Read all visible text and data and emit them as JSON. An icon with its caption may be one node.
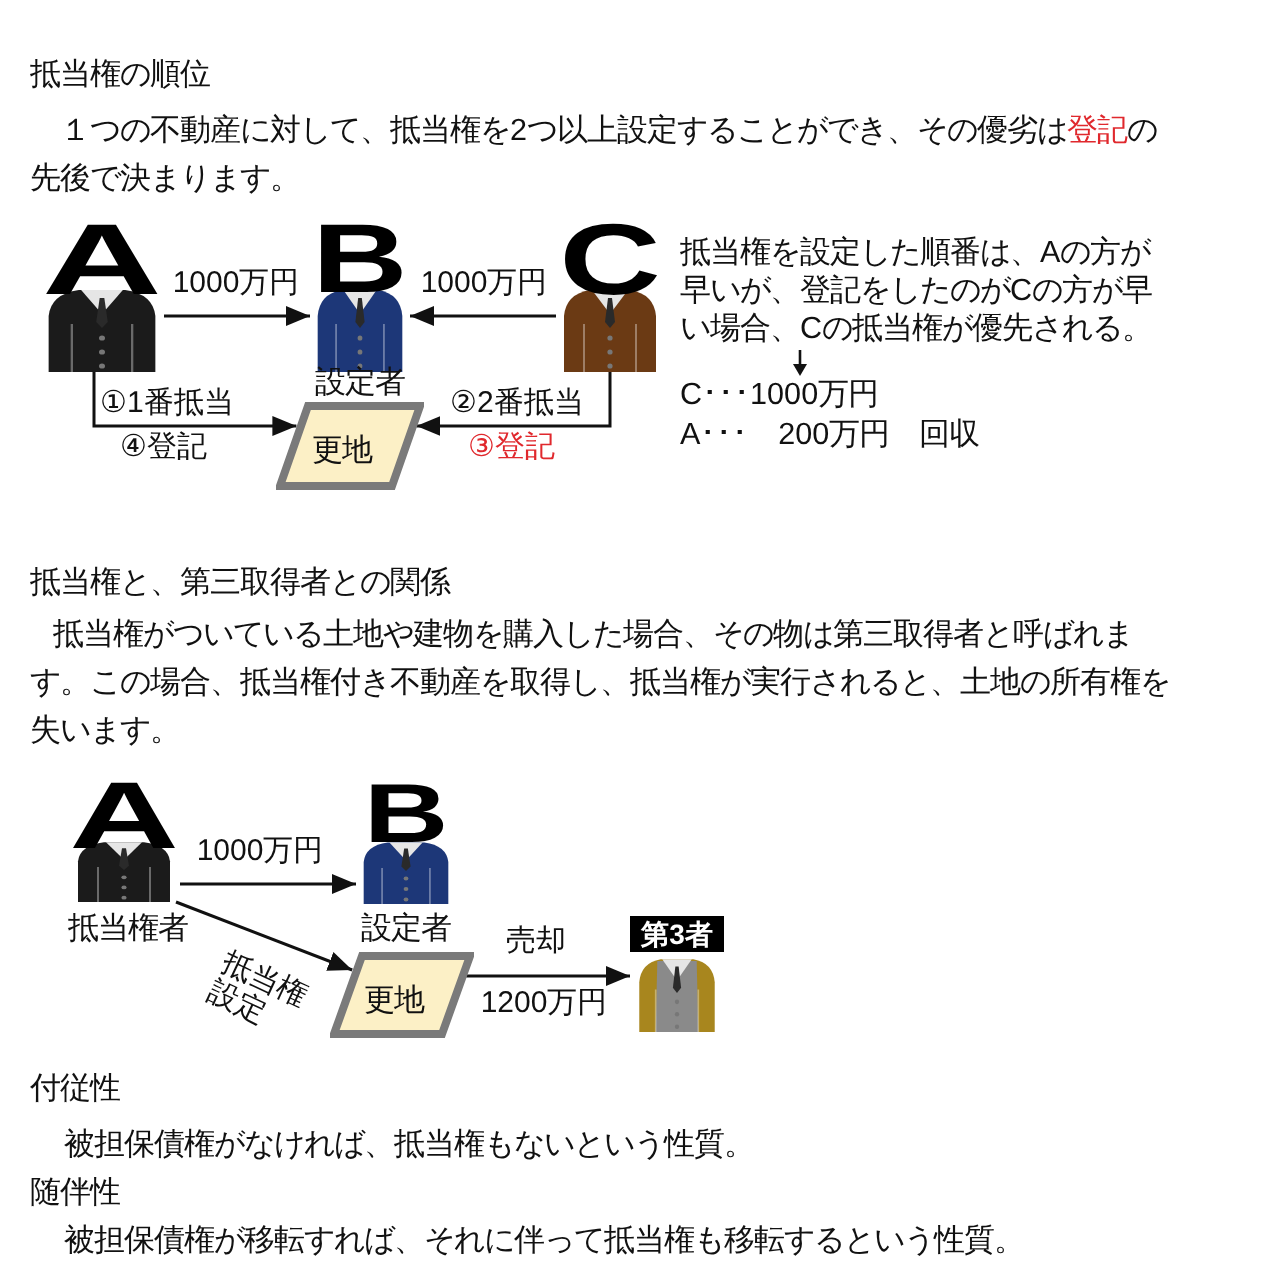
{
  "diagram": {
    "nodes": [
      {
        "text": [
          "A"
        ]
      },
      {
        "text": [
          "B",
          "設定者"
        ]
      },
      {
        "text": [
          "C"
        ]
      },
      {
        "text": [
          "更地"
        ]
      },
      {
        "text": [
          "A",
          "抵当権者"
        ]
      },
      {
        "text": [
          "B",
          "設定者"
        ]
      },
      {
        "text": [
          "更地"
        ]
      },
      {
        "text": [
          "第3者"
        ]
      }
    ],
    "edges": [
      {
        "from": 0,
        "to": 1,
        "arrow": "to",
        "label": "1000万円"
      },
      {
        "from": 2,
        "to": 1,
        "arrow": "to",
        "label": "1000万円"
      },
      {
        "from": 0,
        "to": 3,
        "arrow": "to",
        "label": "①1番抵当"
      },
      {
        "from": 2,
        "to": 3,
        "arrow": "to",
        "label": "②2番抵当"
      },
      {
        "from": 4,
        "to": 5,
        "arrow": "to",
        "label": "1000万円"
      },
      {
        "from": 4,
        "to": 6,
        "arrow": "to",
        "label": "抵当権設定"
      },
      {
        "from": 6,
        "to": 7,
        "arrow": "to",
        "label": "売却"
      }
    ],
    "labels": [
      "抵当権の順位",
      "１つの不動産に対して、抵当権を2つ以上設定することができ、その優劣は**登記**の先後で決まります。",
      "④登記",
      "③登記",
      "抵当権を設定した順番は、Aの方が早いが、登記をしたのがCの方が早い場合、Cの抵当権が優先される。",
      "C･･･1000万円",
      "A･･･ 200万円 回収",
      "抵当権と、第三取得者との関係",
      "抵当権がついている土地や建物を購入した場合、その物は第三取得者と呼ばれます。この場合、抵当権付き不動産を取得し、抵当権が実行されると、土地の所有権を失います。",
      "1200万円",
      "付従性",
      "被担保債権がなければ、抵当権もないという性質。",
      "随伴性",
      "被担保債権が移転すれば、それに伴って抵当権も移転するという性質。"
    ]
  }
}
